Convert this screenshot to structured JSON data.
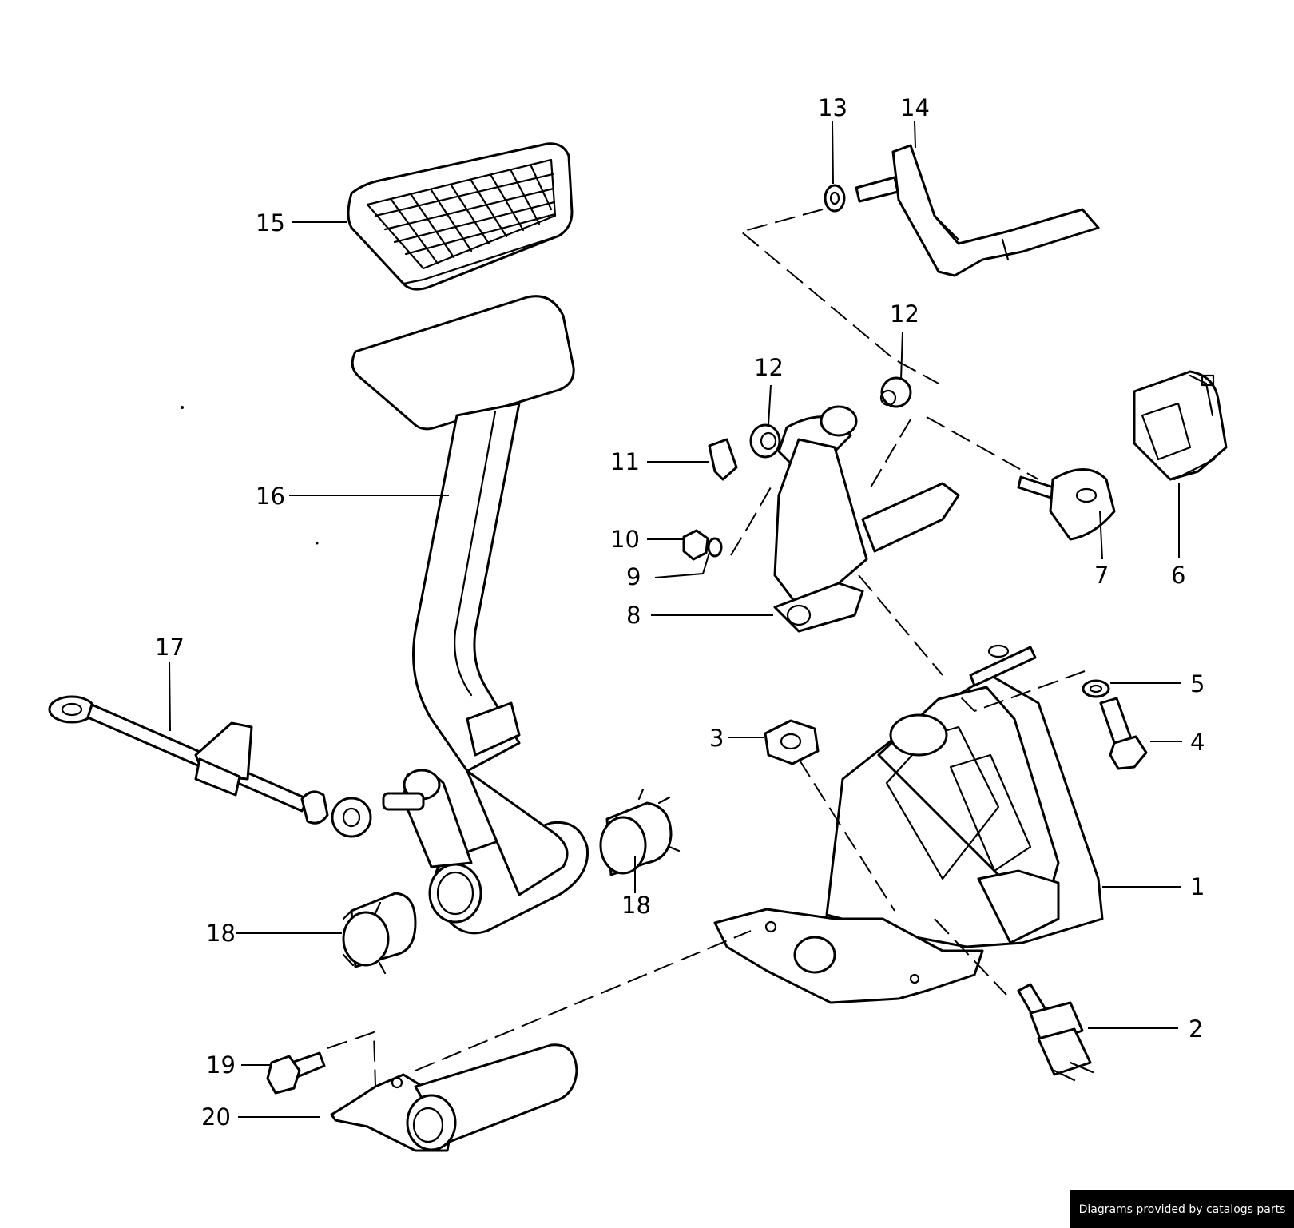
{
  "diagram": {
    "callouts": [
      {
        "id": "1",
        "label": "1"
      },
      {
        "id": "2",
        "label": "2"
      },
      {
        "id": "3",
        "label": "3"
      },
      {
        "id": "4",
        "label": "4"
      },
      {
        "id": "5",
        "label": "5"
      },
      {
        "id": "6",
        "label": "6"
      },
      {
        "id": "7",
        "label": "7"
      },
      {
        "id": "8",
        "label": "8"
      },
      {
        "id": "9",
        "label": "9"
      },
      {
        "id": "10",
        "label": "10"
      },
      {
        "id": "11",
        "label": "11"
      },
      {
        "id": "12a",
        "label": "12"
      },
      {
        "id": "12b",
        "label": "12"
      },
      {
        "id": "13",
        "label": "13"
      },
      {
        "id": "14",
        "label": "14"
      },
      {
        "id": "15",
        "label": "15"
      },
      {
        "id": "16",
        "label": "16"
      },
      {
        "id": "17",
        "label": "17"
      },
      {
        "id": "18a",
        "label": "18"
      },
      {
        "id": "18b",
        "label": "18"
      },
      {
        "id": "19",
        "label": "19"
      },
      {
        "id": "20",
        "label": "20"
      }
    ]
  },
  "credit": {
    "text": "Diagrams provided by catalogs parts"
  }
}
